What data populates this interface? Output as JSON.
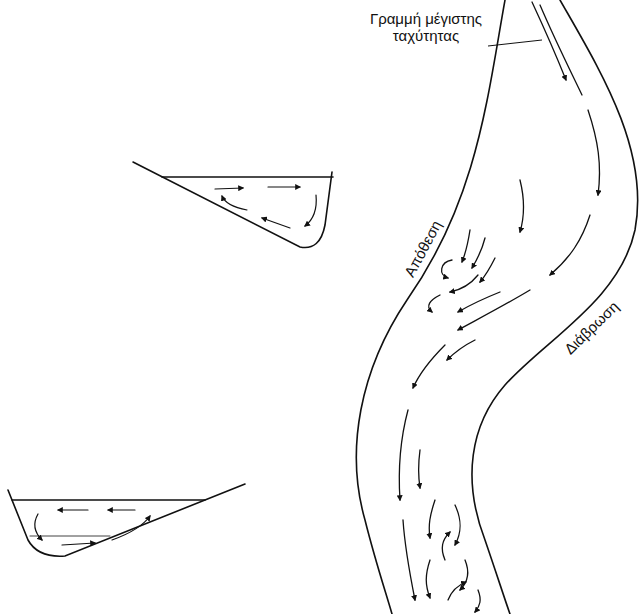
{
  "diagram": {
    "labels": [
      "Γραμμή μέγιστης ταχύτητας",
      "Απόθεση",
      "Διάβρωση"
    ]
  }
}
